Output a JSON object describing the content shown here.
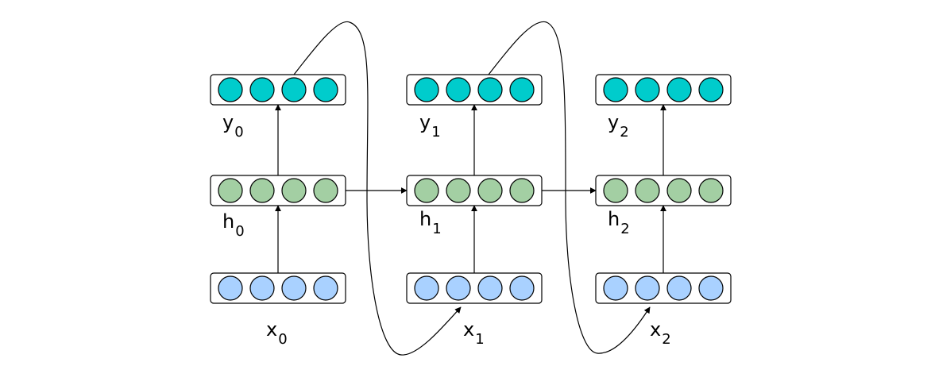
{
  "colors": {
    "output": "#00CCCC",
    "hidden": "#A3CFA3",
    "input": "#A9D1FF",
    "stroke": "#000000"
  },
  "units_per_layer": 4,
  "timesteps": [
    {
      "output": {
        "base": "y",
        "sub": "0"
      },
      "hidden": {
        "base": "h",
        "sub": "0"
      },
      "input": {
        "base": "x",
        "sub": "0"
      }
    },
    {
      "output": {
        "base": "y",
        "sub": "1"
      },
      "hidden": {
        "base": "h",
        "sub": "1"
      },
      "input": {
        "base": "x",
        "sub": "1"
      }
    },
    {
      "output": {
        "base": "y",
        "sub": "2"
      },
      "hidden": {
        "base": "h",
        "sub": "2"
      },
      "input": {
        "base": "x",
        "sub": "2"
      }
    }
  ],
  "connections": {
    "input_to_hidden": true,
    "hidden_to_output": true,
    "hidden_to_next_hidden": true,
    "output_to_next_input": true
  }
}
